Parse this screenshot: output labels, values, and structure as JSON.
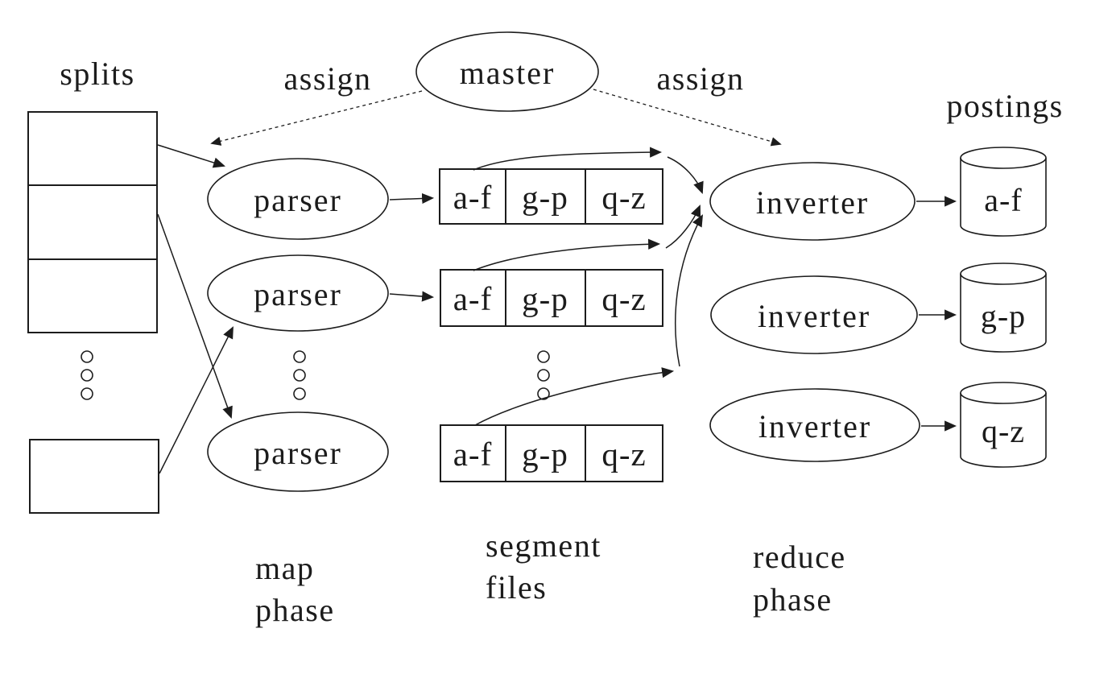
{
  "diagram": {
    "kind": "mapreduce-index-construction",
    "captions": {
      "splits": "splits",
      "assign_left": "assign",
      "assign_right": "assign",
      "postings": "postings"
    },
    "nodes": {
      "master": "master",
      "parsers": [
        "parser",
        "parser",
        "parser"
      ],
      "inverters": [
        "inverter",
        "inverter",
        "inverter"
      ]
    },
    "segment_rows": [
      [
        "a-f",
        "g-p",
        "q-z"
      ],
      [
        "a-f",
        "g-p",
        "q-z"
      ],
      [
        "a-f",
        "g-p",
        "q-z"
      ]
    ],
    "postings_files": [
      "a-f",
      "g-p",
      "q-z"
    ],
    "phase_labels": {
      "map": [
        "map",
        "phase"
      ],
      "segment": [
        "segment",
        "files"
      ],
      "reduce": [
        "reduce",
        "phase"
      ]
    },
    "colors": {
      "ink": "#1c1c1c",
      "background": "#ffffff"
    }
  }
}
